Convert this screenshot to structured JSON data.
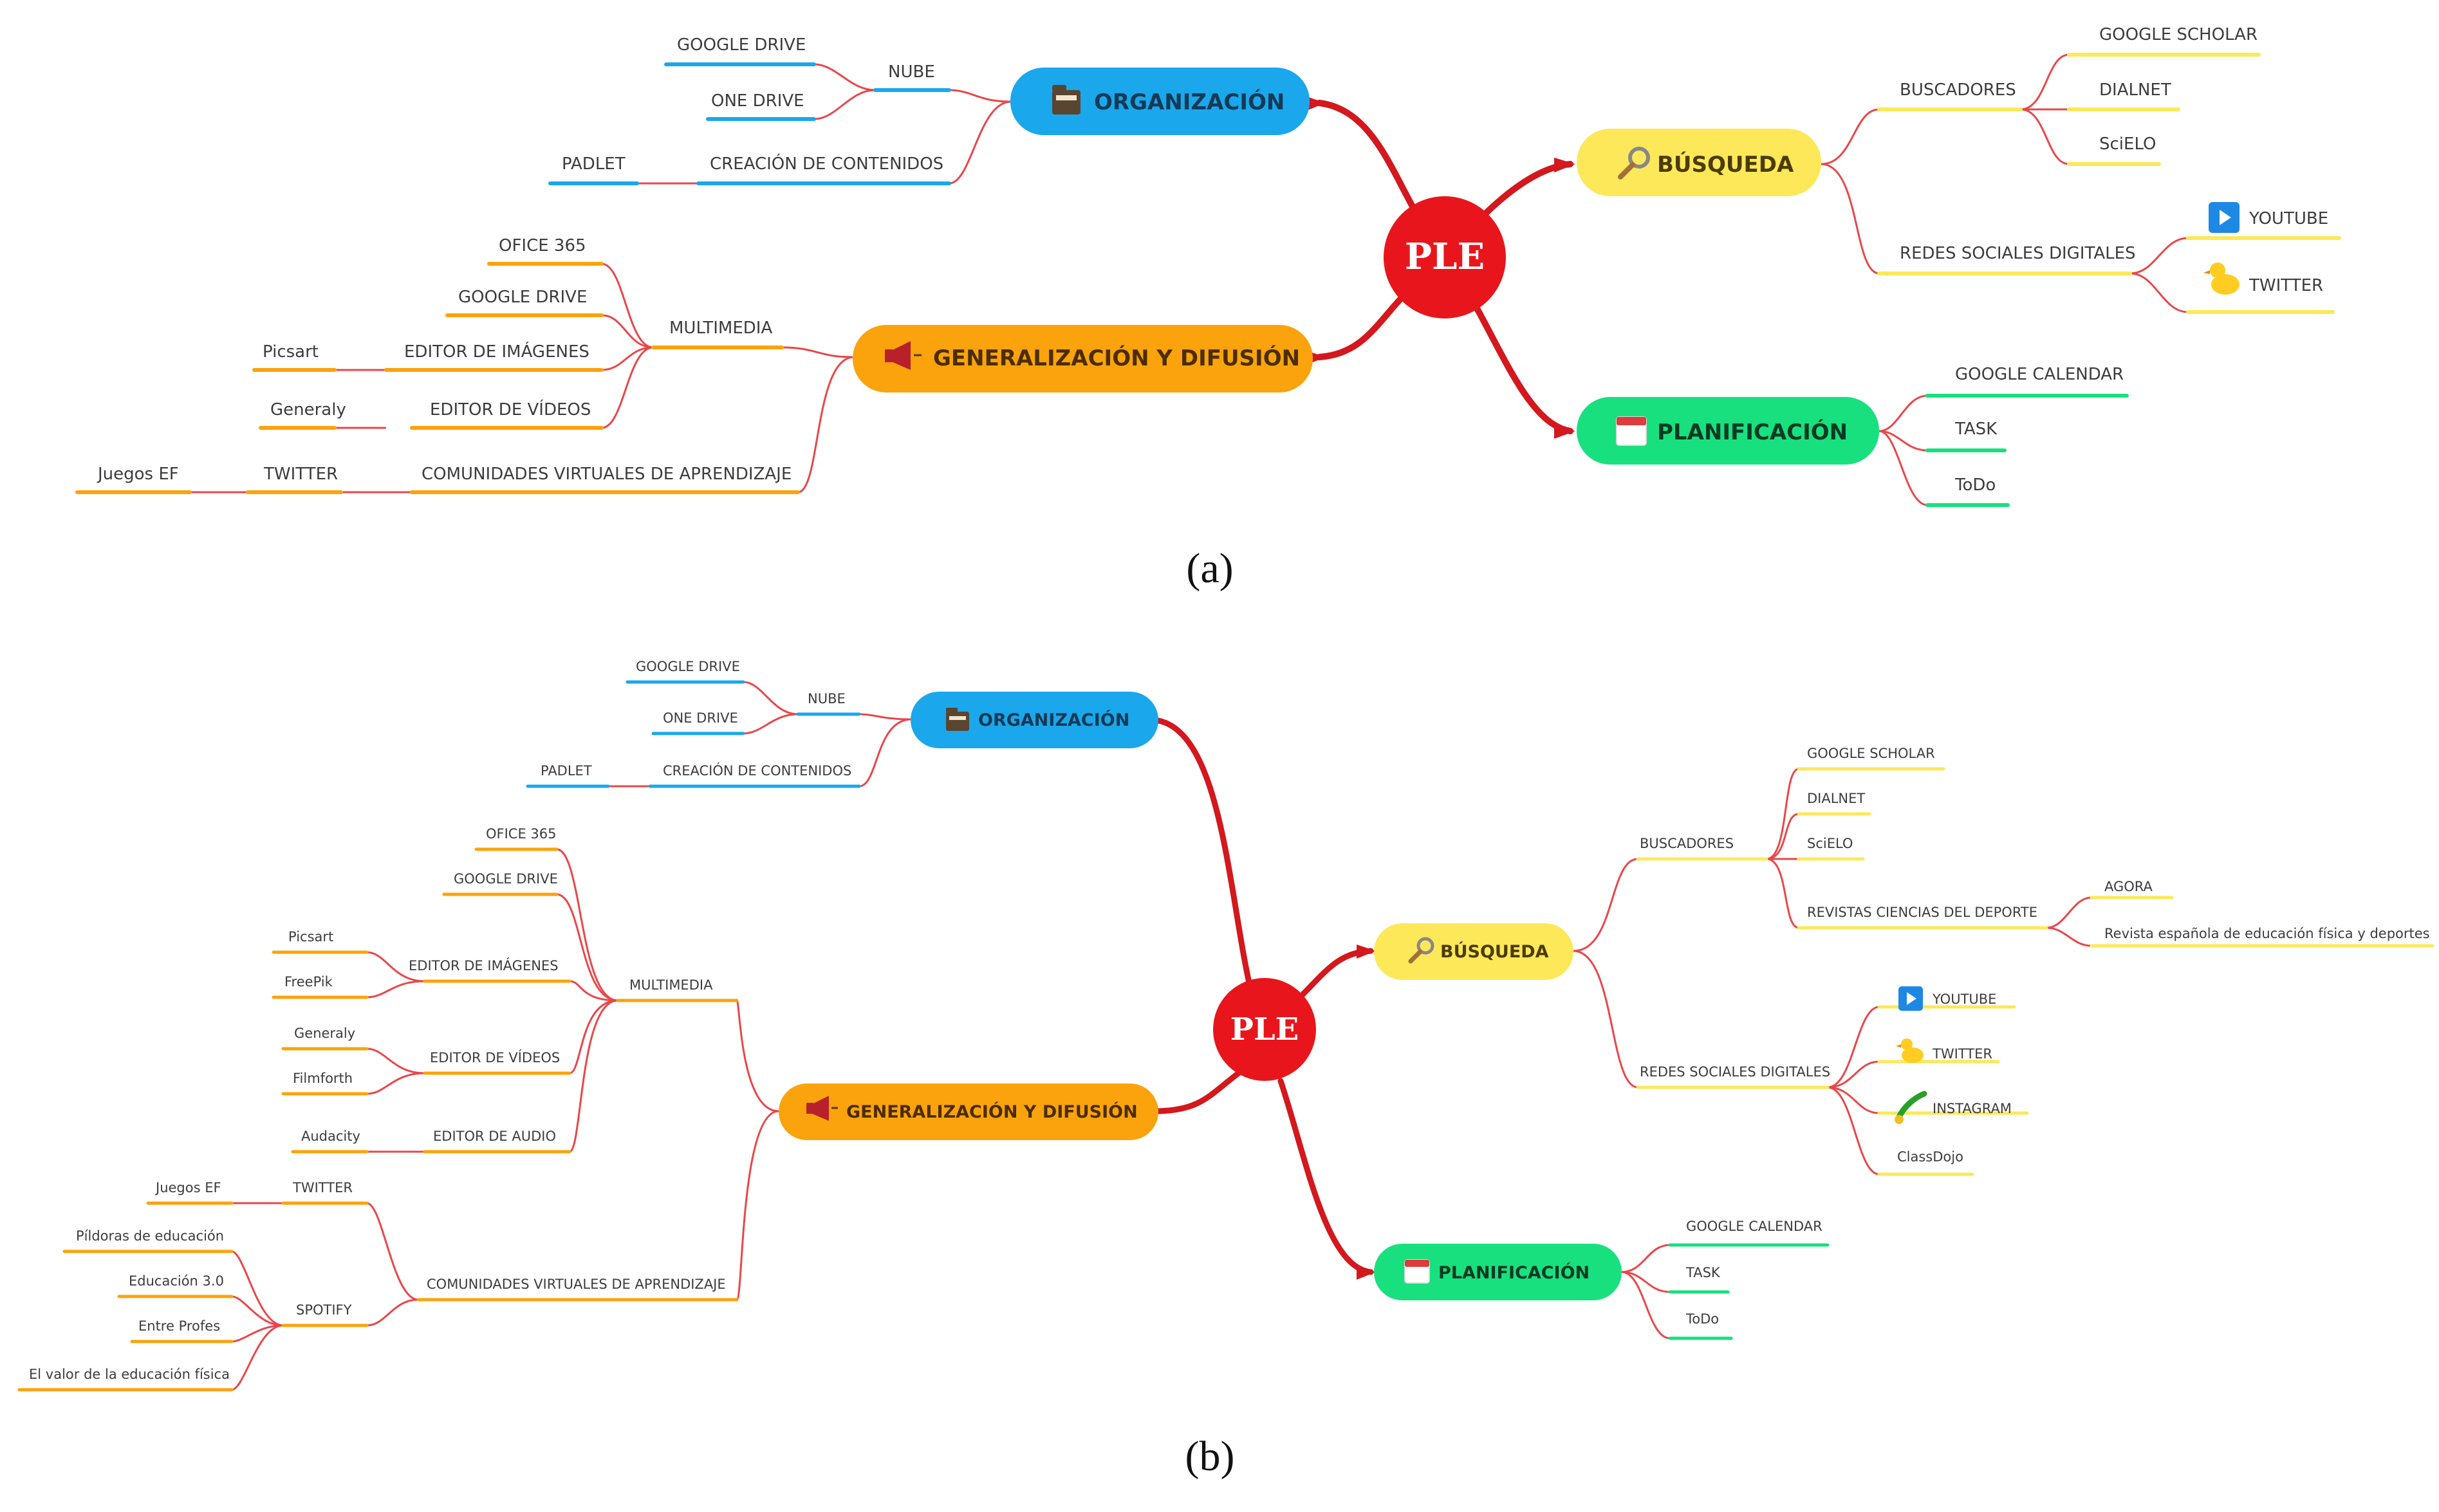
{
  "colors": {
    "center": "#e8161c",
    "organizacion": "#1aa7ec",
    "busqueda": "#fde85a",
    "generalizacion": "#fba30c",
    "planificacion": "#19e07f",
    "connector": "#e8474b",
    "main_connector": "#d3181e"
  },
  "icons": {
    "organizacion": "folder-icon",
    "busqueda": "magnifier-icon",
    "generalizacion": "megaphone-icon",
    "planificacion": "calendar-icon",
    "youtube": "youtube-play-icon",
    "twitter": "bird-icon",
    "instagram": "phone-icon"
  },
  "diagram_a": {
    "caption": "(a)",
    "center": "PLE",
    "organizacion": {
      "label": "ORGANIZACIÓN",
      "nube": "NUBE",
      "google_drive": "GOOGLE DRIVE",
      "one_drive": "ONE DRIVE",
      "creacion": "CREACIÓN DE CONTENIDOS",
      "padlet": "PADLET"
    },
    "generalizacion": {
      "label": "GENERALIZACIÓN Y DIFUSIÓN",
      "multimedia": "MULTIMEDIA",
      "office": "OFICE 365",
      "google_drive": "GOOGLE DRIVE",
      "editor_imagenes": "EDITOR DE IMÁGENES",
      "picsart": "Picsart",
      "editor_videos": "EDITOR DE VÍDEOS",
      "generaly": "Generaly",
      "comunidades": "COMUNIDADES VIRTUALES DE APRENDIZAJE",
      "twitter": "TWITTER",
      "juegos": "Juegos EF"
    },
    "busqueda": {
      "label": "BÚSQUEDA",
      "buscadores": "BUSCADORES",
      "scholar": "GOOGLE SCHOLAR",
      "dialnet": "DIALNET",
      "scielo": "SciELO",
      "redes": "REDES SOCIALES DIGITALES",
      "youtube": "YOUTUBE",
      "twitter": "TWITTER"
    },
    "planificacion": {
      "label": "PLANIFICACIÓN",
      "calendar": "GOOGLE CALENDAR",
      "task": "TASK",
      "todo": "ToDo"
    }
  },
  "diagram_b": {
    "caption": "(b)",
    "center": "PLE",
    "organizacion": {
      "label": "ORGANIZACIÓN",
      "nube": "NUBE",
      "google_drive": "GOOGLE DRIVE",
      "one_drive": "ONE DRIVE",
      "creacion": "CREACIÓN DE CONTENIDOS",
      "padlet": "PADLET"
    },
    "generalizacion": {
      "label": "GENERALIZACIÓN Y DIFUSIÓN",
      "multimedia": "MULTIMEDIA",
      "office": "OFICE 365",
      "google_drive": "GOOGLE DRIVE",
      "editor_imagenes": "EDITOR DE IMÁGENES",
      "picsart": "Picsart",
      "freepik": "FreePik",
      "editor_videos": "EDITOR DE VÍDEOS",
      "generaly": "Generaly",
      "filmforth": "Filmforth",
      "editor_audio": "EDITOR DE AUDIO",
      "audacity": "Audacity",
      "comunidades": "COMUNIDADES VIRTUALES DE APRENDIZAJE",
      "twitter": "TWITTER",
      "juegos": "Juegos EF",
      "spotify": "SPOTIFY",
      "pildoras": "Píldoras de educación",
      "educacion30": "Educación 3.0",
      "entre_profes": "Entre Profes",
      "valor": "El valor de la educación física"
    },
    "busqueda": {
      "label": "BÚSQUEDA",
      "buscadores": "BUSCADORES",
      "scholar": "GOOGLE SCHOLAR",
      "dialnet": "DIALNET",
      "scielo": "SciELO",
      "revistas": "REVISTAS CIENCIAS DEL DEPORTE",
      "agora": "AGORA",
      "revista_esp": "Revista española de educación física y deportes",
      "redes": "REDES SOCIALES DIGITALES",
      "youtube": "YOUTUBE",
      "twitter": "TWITTER",
      "instagram": "INSTAGRAM",
      "classdojo": "ClassDojo"
    },
    "planificacion": {
      "label": "PLANIFICACIÓN",
      "calendar": "GOOGLE CALENDAR",
      "task": "TASK",
      "todo": "ToDo"
    }
  }
}
